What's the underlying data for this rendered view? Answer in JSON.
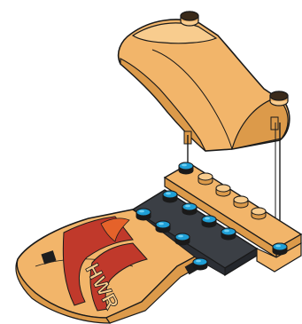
{
  "illustration": {
    "decal_text": "HWR",
    "colors": {
      "brick_orange": "#f2b56a",
      "brick_orange_shade": "#dc9a4a",
      "brick_orange_light": "#f8cc8e",
      "plate_dark": "#3b3f45",
      "stud_blue": "#1f9fd6",
      "stud_blue_light": "#6fd0f3",
      "stud_dark": "#1e1e1e",
      "decal_red": "#c0392b",
      "outline": "#1a1a1a",
      "guide_line": "#1a1a1a"
    },
    "parts": [
      "curved-slope-brick",
      "orange-plate-1x6",
      "dark-gray-plate-2x4",
      "wedge-nose-piece-with-decal",
      "connector-guide-lines"
    ]
  }
}
